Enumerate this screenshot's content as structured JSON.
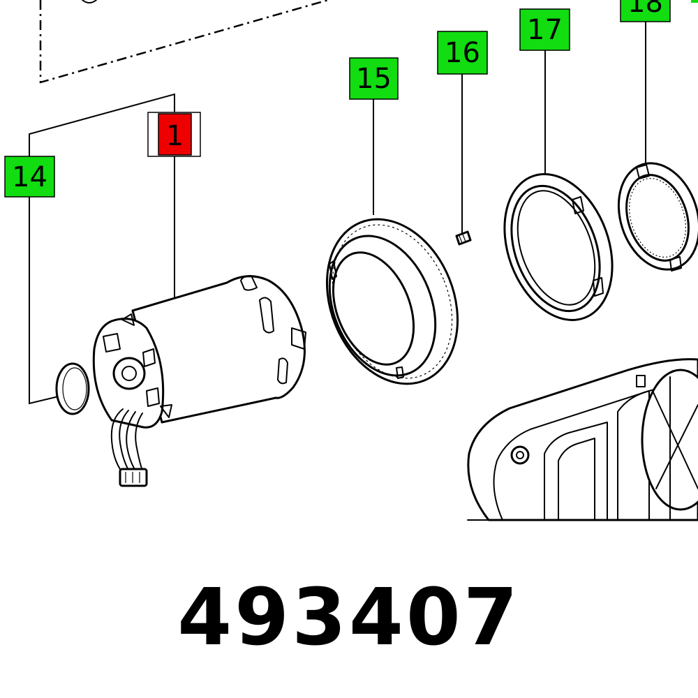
{
  "callouts": [
    {
      "label": "1",
      "fill": "#ee0000"
    },
    {
      "label": "14",
      "fill": "#11dd11"
    },
    {
      "label": "15",
      "fill": "#11dd11"
    },
    {
      "label": "16",
      "fill": "#11dd11"
    },
    {
      "label": "17",
      "fill": "#11dd11"
    },
    {
      "label": "18",
      "fill": "#11dd11"
    }
  ],
  "part_number": "493407",
  "colors": {
    "highlight": "#ee0000",
    "reference": "#11dd11",
    "line": "#000000"
  }
}
